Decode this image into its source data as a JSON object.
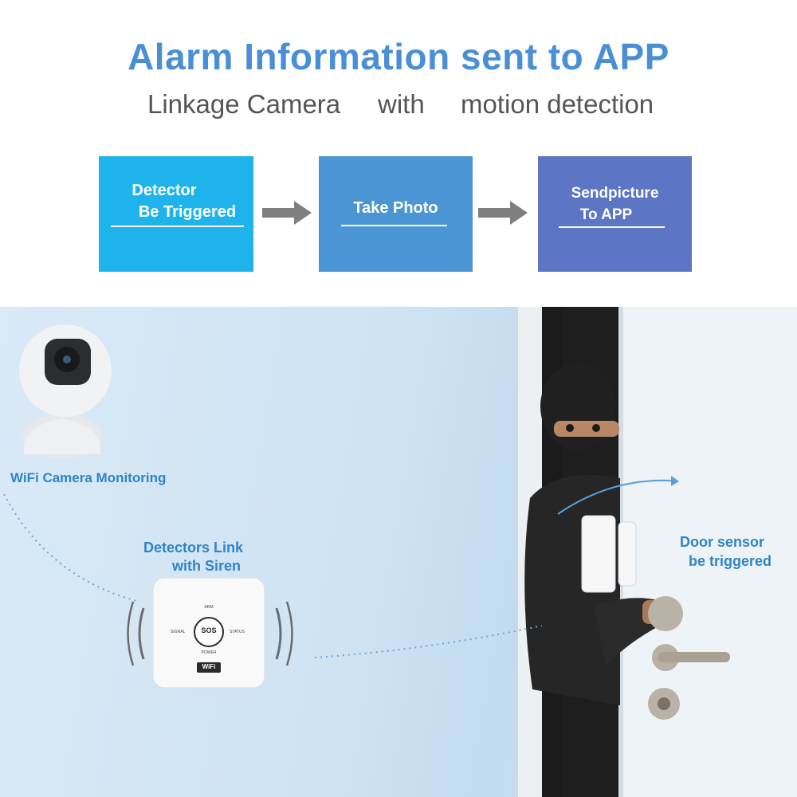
{
  "header": {
    "title": "Alarm Information sent to APP",
    "subtitle_parts": [
      "Linkage Camera",
      "with",
      "motion detection"
    ]
  },
  "flow": {
    "steps": [
      {
        "lines": [
          "Detector",
          "Be Triggered"
        ],
        "color": "#1fb3ec"
      },
      {
        "lines": [
          "Take Photo"
        ],
        "color": "#4b95d4"
      },
      {
        "lines": [
          "Sendpicture",
          "To APP"
        ],
        "color": "#5c75c5"
      }
    ],
    "arrow_color": "#7f7f7f"
  },
  "scene": {
    "camera_label": "WiFi Camera Monitoring",
    "siren_label": [
      "Detectors Link",
      "with Siren"
    ],
    "door_label": [
      "Door sensor",
      "be triggered"
    ],
    "hub": {
      "top": "ARM",
      "left": "SIGNAL",
      "right": "STATUS",
      "bottom": "POWER",
      "button": "SOS",
      "badge": "WiFi"
    },
    "label_color": "#2f84c7"
  }
}
